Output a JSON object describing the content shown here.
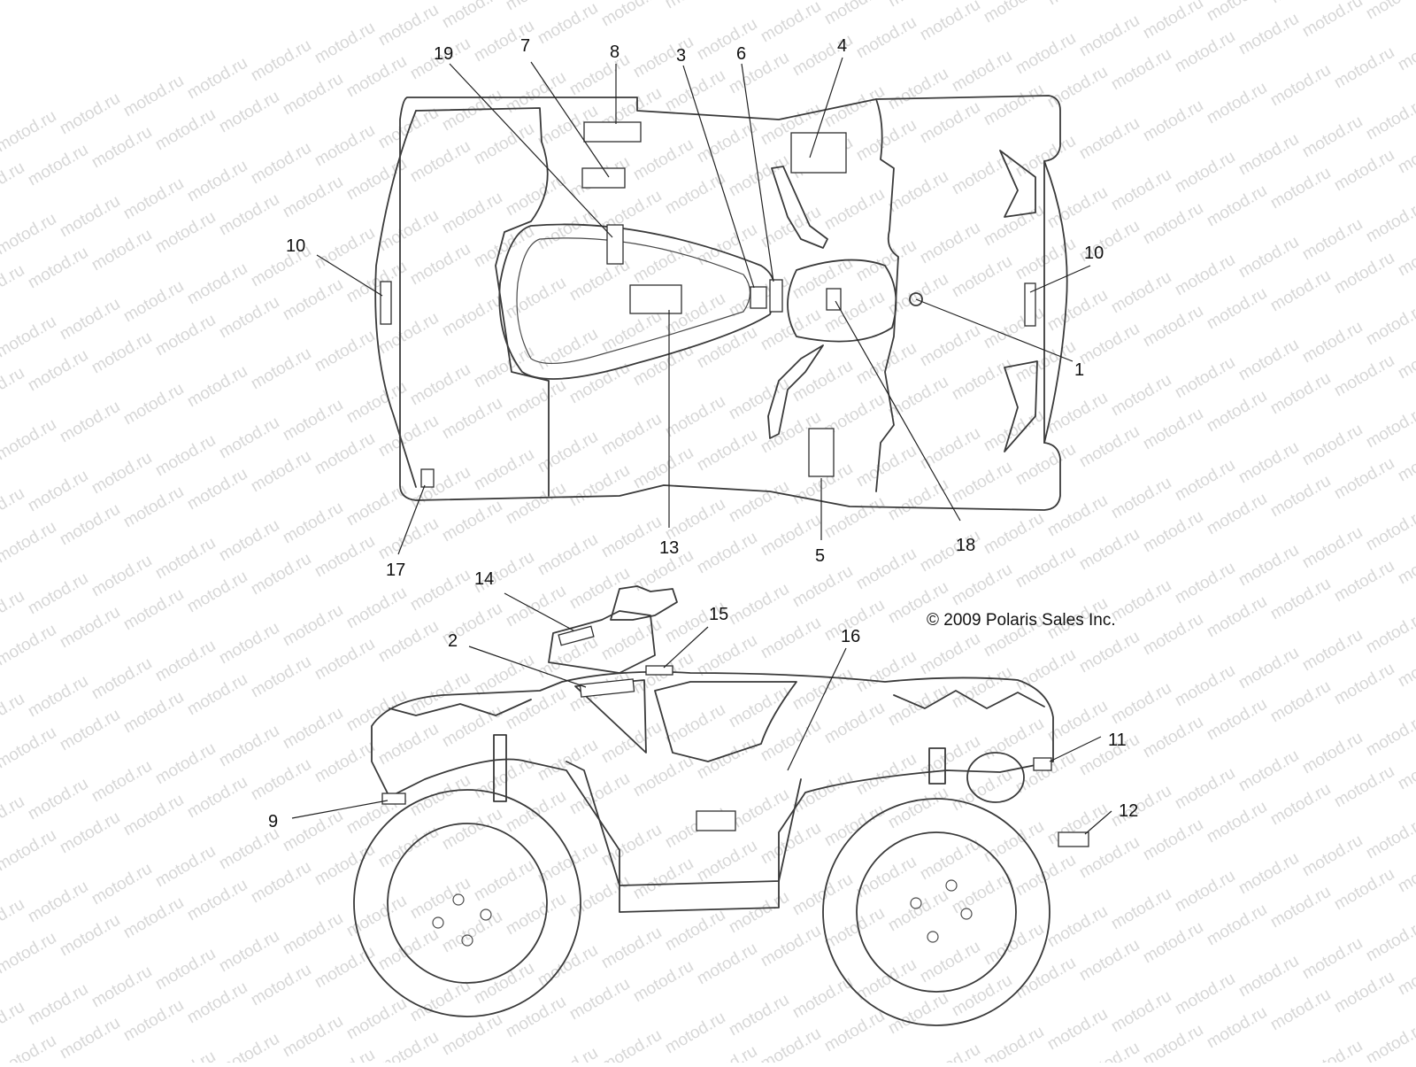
{
  "watermark": {
    "text": "motod.ru"
  },
  "copyright": "© 2009 Polaris Sales Inc.",
  "callouts": {
    "c1": "1",
    "c2": "2",
    "c3": "3",
    "c4": "4",
    "c5": "5",
    "c6": "6",
    "c7": "7",
    "c8": "8",
    "c9": "9",
    "c10_left": "10",
    "c10_right": "10",
    "c11": "11",
    "c12": "12",
    "c13": "13",
    "c14": "14",
    "c15": "15",
    "c16": "16",
    "c17": "17",
    "c18": "18",
    "c19": "19"
  }
}
